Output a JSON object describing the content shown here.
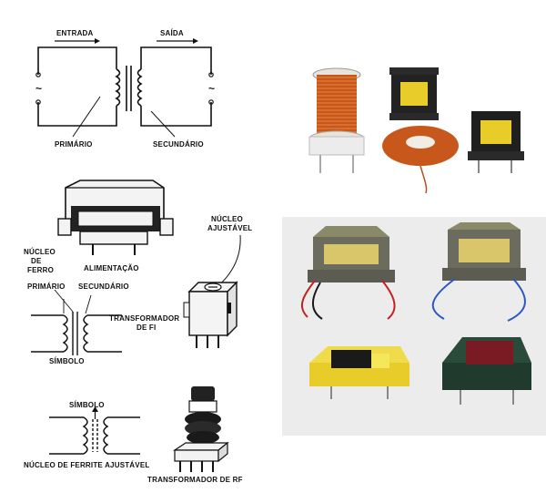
{
  "diagram": {
    "circuit": {
      "input_label": "ENTRADA",
      "output_label": "SAÍDA",
      "primary_label": "PRIMÁRIO",
      "secondary_label": "SECUNDÁRIO",
      "ac_symbol": "~"
    },
    "power_transformer": {
      "label": "ALIMENTAÇÃO"
    },
    "iron_core_symbol": {
      "core_label_line1": "NÚCLEO",
      "core_label_line2": "DE",
      "core_label_line3": "FERRO",
      "primary_label": "PRIMÁRIO",
      "secondary_label": "SECUNDÁRIO",
      "symbol_label": "SÍMBOLO"
    },
    "if_transformer": {
      "adjustable_core_line1": "NÚCLEO",
      "adjustable_core_line2": "AJUSTÁVEL",
      "label_line1": "TRANSFORMADOR",
      "label_line2": "DE FI"
    },
    "ferrite_symbol": {
      "symbol_label": "SÍMBOLO",
      "caption": "NÚCLEO DE FERRITE AJUSTÁVEL"
    },
    "rf_transformer": {
      "label": "TRANSFORMADOR DE RF"
    }
  },
  "colors": {
    "ink": "#111111",
    "copper": "#c8571b",
    "yellow": "#e8cc2a",
    "dark_red": "#7a1a22",
    "steel": "#6b6b5e"
  }
}
